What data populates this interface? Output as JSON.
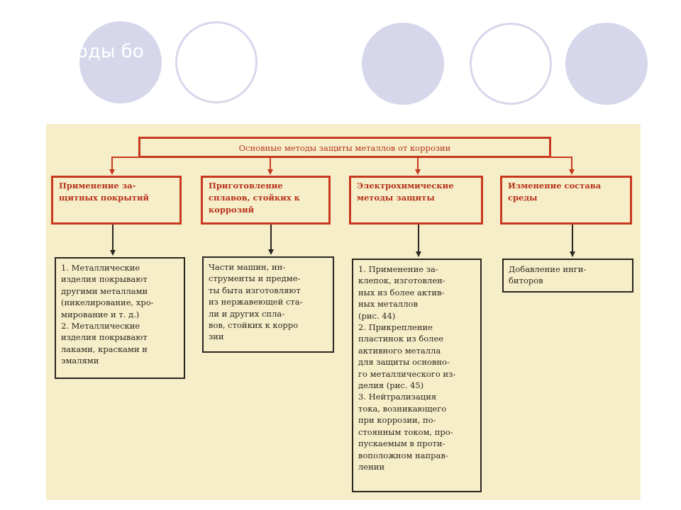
{
  "slide_title": "оды бо",
  "diagram": {
    "root": "Основные методы защиты металлов от коррозии",
    "categories": [
      {
        "lines": [
          "Применение за-",
          "щитных покрытий"
        ],
        "details": [
          "1. Металлические",
          "изделия покрывают",
          "другими металлами",
          "(никелирование, хро-",
          "мирование и т. д.)",
          "2. Металлические",
          "изделия покрывают",
          "лаками, красками и",
          "эмалями"
        ]
      },
      {
        "lines": [
          "Приготовление",
          "сплавов, стойких к",
          "коррозий"
        ],
        "details": [
          "Части машин, ин-",
          "струменты и предме-",
          "ты быта изготовляют",
          "из нержавеющей ста-",
          "ли и других спла-",
          "вов, стойких к корро",
          "зии"
        ]
      },
      {
        "lines": [
          "Электрохимические",
          "методы защиты"
        ],
        "details": [
          "1. Применение за-",
          "клепок, изготовлен-",
          "ных из более актив-",
          "ных металлов",
          "(рис. 44)",
          "2. Прикрепление",
          "пластинок из более",
          "активного металла",
          "для защиты основно-",
          "го металлического из-",
          "делия (рис. 45)",
          "3. Нейтрализация",
          "тока, возникающего",
          "при коррозии, по-",
          "стоянным током, про-",
          "пускаемым в проти-",
          "воположном направ-",
          "лении"
        ]
      },
      {
        "lines": [
          "Изменение состава",
          "среды"
        ],
        "details": [
          "Добавление инги-",
          "биторов"
        ]
      }
    ]
  }
}
